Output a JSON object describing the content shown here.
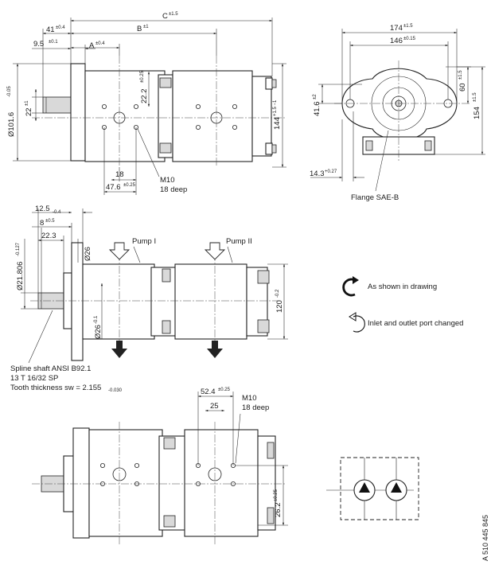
{
  "front_view": {
    "dim_c": "C",
    "dim_c_tol": "±1.5",
    "dim_b": "B",
    "dim_b_tol": "±1",
    "dim_a": "A",
    "dim_a_tol": "±0.4",
    "dim_41": "41",
    "dim_41_tol": "±0.4",
    "dim_9_5": "9.5",
    "dim_9_5_tol": "±0.1",
    "dim_dia101": "Ø101.6",
    "dim_dia101_tol": "-0.05",
    "dim_22": "22",
    "dim_22_tol": "±1",
    "dim_22_2": "22.2",
    "dim_22_2_tol": "±0.25",
    "dim_144": "144",
    "dim_144_tol": "+1.5 −1",
    "dim_18": "18",
    "dim_47_6": "47.6",
    "dim_47_6_tol": "±0.25",
    "thread_label": "M10",
    "thread_depth": "18 deep"
  },
  "flange_view": {
    "dim_174": "174",
    "dim_174_tol": "±1.5",
    "dim_146": "146",
    "dim_146_tol": "±0.15",
    "dim_41_6": "41.6",
    "dim_41_6_tol": "±2",
    "dim_60": "60",
    "dim_60_tol": "±1.5",
    "dim_154": "154",
    "dim_154_tol": "±1.5",
    "dim_14_3": "14.3",
    "dim_14_3_tol": "+0.27",
    "flange_label": "Flange SAE-B"
  },
  "side_view": {
    "dim_12_5": "12.5",
    "dim_12_5_tol": "-0.4",
    "dim_8": "8",
    "dim_8_tol": "±0.5",
    "dim_22_3": "22.3",
    "dim_dia21": "Ø21.806",
    "dim_dia21_tol": "-0.127",
    "dim_dia26_top": "Ø26",
    "dim_dia26_bottom": "Ø26",
    "dim_dia26_bottom_tol": "-0.1",
    "dim_120": "120",
    "dim_120_tol": "-0.2",
    "pump_1": "Pump I",
    "pump_2": "Pump II",
    "spline_line1": "Spline shaft ANSI B92.1",
    "spline_line2": "13 T 16/32 SP",
    "spline_line3": "Tooth thickness sw = 2.155",
    "spline_line3_tol": "-0.030"
  },
  "legend": {
    "rotation_as_shown": "As shown in drawing",
    "rotation_changed": "Inlet and outlet port changed"
  },
  "bottom_view": {
    "dim_52_4": "52.4",
    "dim_52_4_tol": "±0.25",
    "dim_25": "25",
    "dim_26_2": "26.2",
    "dim_26_2_tol": "±0.25",
    "thread_label": "M10",
    "thread_depth": "18 deep"
  },
  "document_code": "A 510 445 845"
}
